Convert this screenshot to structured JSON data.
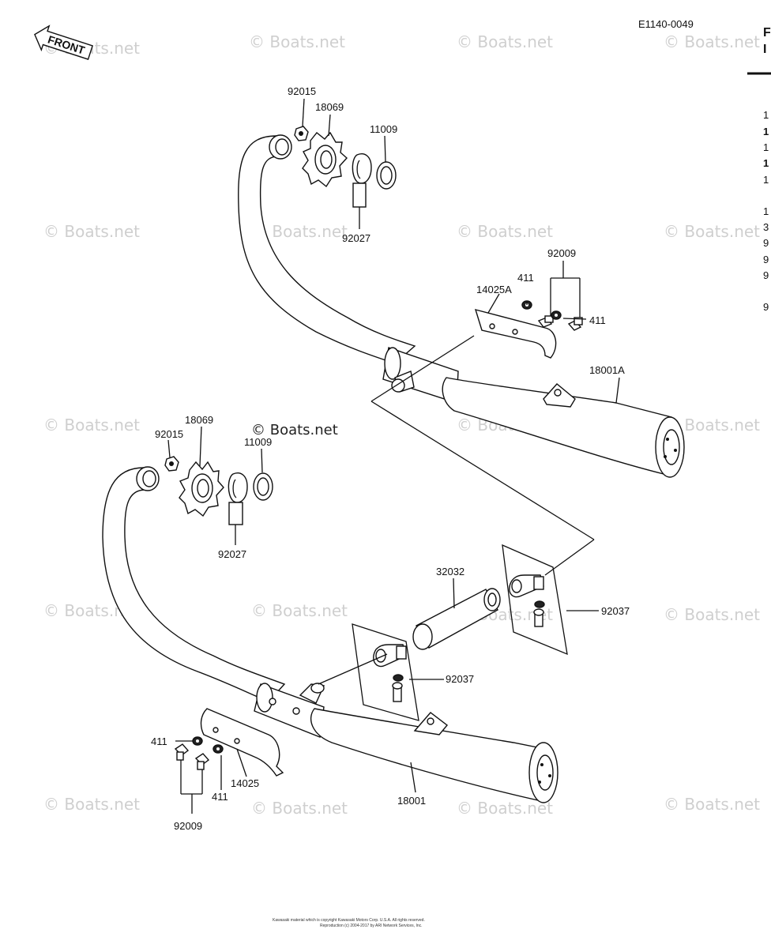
{
  "diagram_code": "E1140-0049",
  "front_label": "FRONT",
  "watermark": "© Boats.net",
  "copyright_lines": [
    "Kawasaki material which is copyright Kawasaki Motors Corp. U.S.A. All rights reserved.",
    "Reproduction (c) 2004-2017 by ARI Network Services, Inc."
  ],
  "right_edge": {
    "header_chars": [
      "F",
      "I"
    ],
    "list_chars": [
      "1",
      "1",
      "1",
      "1",
      "1",
      "1",
      "3",
      "9",
      "9",
      "9",
      "9"
    ]
  },
  "parts": {
    "p92015_upper": "92015",
    "p18069_upper": "18069",
    "p11009_upper": "11009",
    "p92027_upper": "92027",
    "p92009_upper": "92009",
    "p411_upper_a": "411",
    "p14025A": "14025A",
    "p411_upper_b": "411",
    "p18001A": "18001A",
    "p18069_lower": "18069",
    "p92015_lower": "92015",
    "p11009_lower": "11009",
    "p92027_lower": "92027",
    "p32032": "32032",
    "p92037_right": "92037",
    "p92037_mid": "92037",
    "p411_lower_a": "411",
    "p14025": "14025",
    "p411_lower_b": "411",
    "p18001": "18001",
    "p92009_lower": "92009"
  }
}
